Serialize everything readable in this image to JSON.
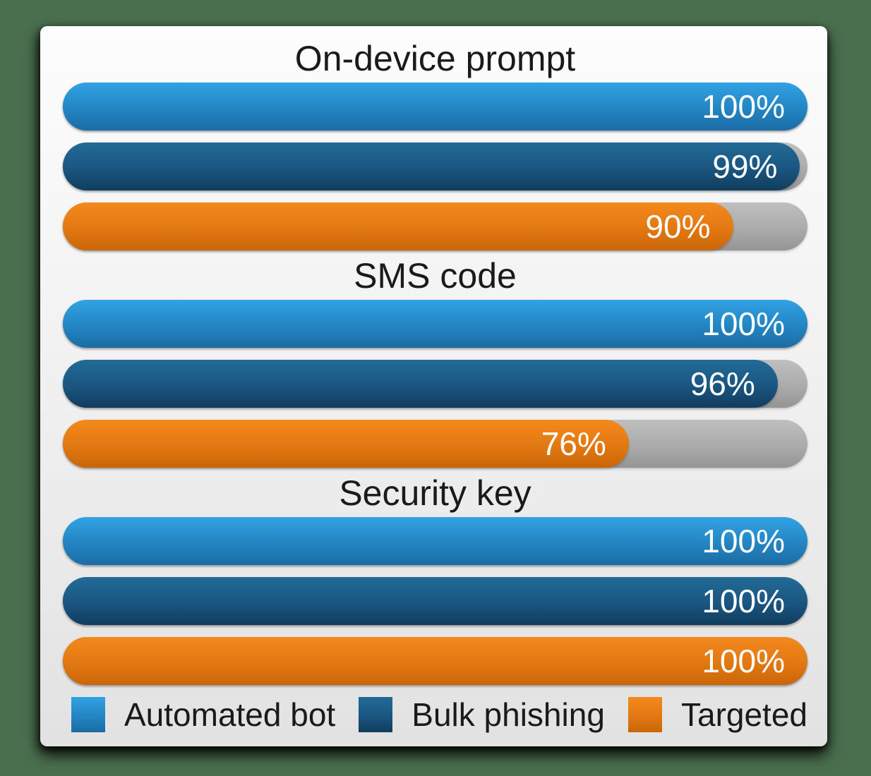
{
  "chart_data": {
    "type": "bar",
    "orientation": "horizontal",
    "unit": "%",
    "value_range": [
      0,
      100
    ],
    "grid": false,
    "legend_position": "bottom",
    "series_names": [
      "Automated bot",
      "Bulk phishing",
      "Targeted"
    ],
    "groups": [
      {
        "title": "On-device prompt",
        "bars": [
          {
            "series": "Automated bot",
            "value": 100,
            "label": "100%"
          },
          {
            "series": "Bulk phishing",
            "value": 99,
            "label": "99%"
          },
          {
            "series": "Targeted",
            "value": 90,
            "label": "90%"
          }
        ]
      },
      {
        "title": "SMS code",
        "bars": [
          {
            "series": "Automated bot",
            "value": 100,
            "label": "100%"
          },
          {
            "series": "Bulk phishing",
            "value": 96,
            "label": "96%"
          },
          {
            "series": "Targeted",
            "value": 76,
            "label": "76%"
          }
        ]
      },
      {
        "title": "Security key",
        "bars": [
          {
            "series": "Automated bot",
            "value": 100,
            "label": "100%"
          },
          {
            "series": "Bulk phishing",
            "value": 100,
            "label": "100%"
          },
          {
            "series": "Targeted",
            "value": 100,
            "label": "100%"
          }
        ]
      }
    ],
    "colors": {
      "automated_bot_top": "#32A2E4",
      "automated_bot_bottom": "#1B6CA4",
      "bulk_phishing_top": "#236B98",
      "bulk_phishing_bottom": "#113D5E",
      "targeted_top": "#F38A1C",
      "targeted_bottom": "#CA6608",
      "track_top": "#BFBFBF",
      "track_bottom": "#949494",
      "card_top": "#FDFDFD",
      "card_bottom": "#E2E2E2",
      "page_background": "#4A6F4F",
      "title_text": "#1A1A1A",
      "value_text": "#FFFFFF"
    }
  }
}
